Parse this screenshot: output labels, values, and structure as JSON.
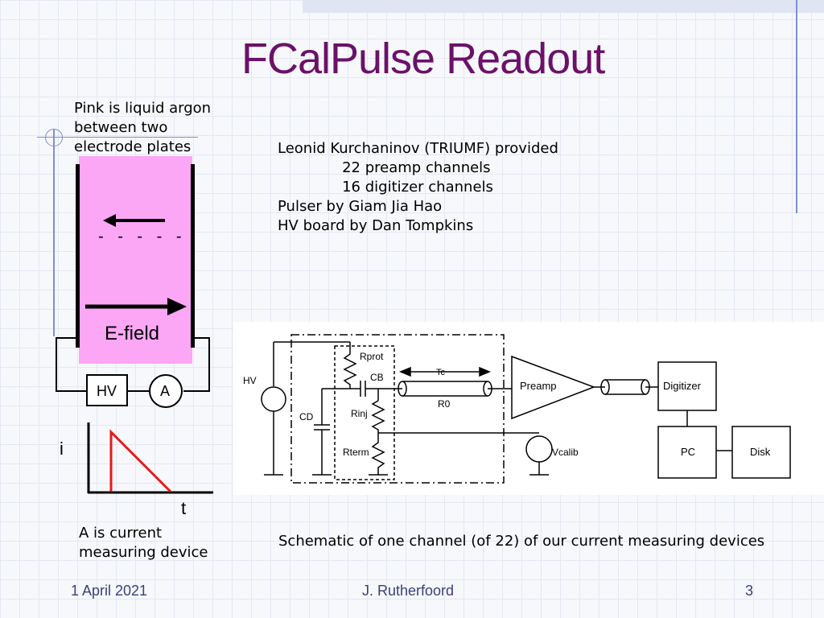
{
  "slide": {
    "title": "FCalPulse Readout",
    "left_caption_top": "Pink is liquid argon\nbetween two\nelectrode plates",
    "credits": "Leonid Kurchaninov (TRIUMF) provided\n              22 preamp channels\n              16 digitizer channels\nPulser by Giam Jia Hao\nHV board by Dan Tompkins",
    "left_caption_bottom": "A is current\nmeasuring device",
    "schematic_caption": "Schematic of one channel (of 22) of our current measuring devices"
  },
  "left_diagram": {
    "efield_label": "E-field",
    "hv_label": "HV",
    "ammeter_label": "A",
    "pink_color": "#fca6f6"
  },
  "plot": {
    "ylabel": "i",
    "xlabel": "t",
    "line_color": "#e8181a"
  },
  "schematic": {
    "hv_label": "HV",
    "rprot_label": "Rprot",
    "cb_label": "CB",
    "tc_label": "Tc",
    "r0_label": "R0",
    "cd_label": "CD",
    "rinj_label": "Rinj",
    "rterm_label": "Rterm",
    "preamp_label": "Preamp",
    "vcalib_label": "Vcalib",
    "digitizer_label": "Digitizer",
    "pc_label": "PC",
    "disk_label": "Disk"
  },
  "footer": {
    "date": "1 April 2021",
    "author": "J. Rutherfoord",
    "page": "3"
  },
  "theme": {
    "title_color": "#6b1169",
    "accent_line": "#7e8fd0"
  }
}
